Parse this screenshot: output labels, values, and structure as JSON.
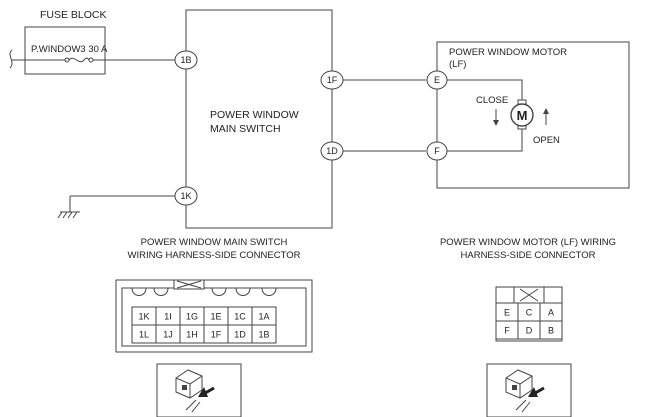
{
  "fuse_block": {
    "title": "FUSE BLOCK",
    "fuse_label": "P.WINDOW3 30 A"
  },
  "main_switch": {
    "line1": "POWER WINDOW",
    "line2": "MAIN SWITCH"
  },
  "motor": {
    "title_line1": "POWER WINDOW MOTOR",
    "title_line2": "(LF)",
    "symbol": "M",
    "close_label": "CLOSE",
    "open_label": "OPEN"
  },
  "terminals": {
    "t1B": "1B",
    "t1F": "1F",
    "t1D": "1D",
    "t1K": "1K",
    "tE": "E",
    "tF": "F"
  },
  "connector_main": {
    "caption_line1": "POWER WINDOW MAIN SWITCH",
    "caption_line2": "WIRING HARNESS-SIDE CONNECTOR",
    "row1": [
      "1K",
      "1I",
      "1G",
      "1E",
      "1C",
      "1A"
    ],
    "row2": [
      "1L",
      "1J",
      "1H",
      "1F",
      "1D",
      "1B"
    ]
  },
  "connector_motor": {
    "caption_line1": "POWER WINDOW MOTOR (LF) WIRING",
    "caption_line2": "HARNESS-SIDE CONNECTOR",
    "row1": [
      "E",
      "C",
      "A"
    ],
    "row2": [
      "F",
      "D",
      "B"
    ]
  },
  "icons": {
    "ground": "ground-icon",
    "fuse": "fuse-icon",
    "motor": "motor-icon",
    "view_direction": "connector-view-icon"
  }
}
